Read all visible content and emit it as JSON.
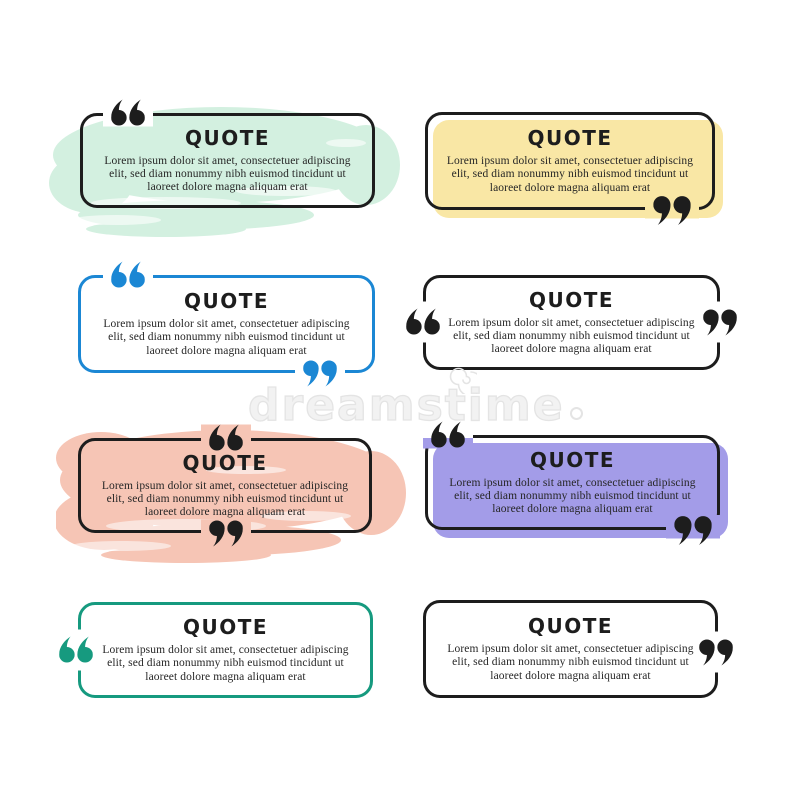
{
  "palette": {
    "black": "#1d1d1d",
    "mint": "#d3f0e0",
    "yellow": "#f9e7a5",
    "salmon": "#f6c5b5",
    "purple": "#a39ce8",
    "blue": "#1b87d4",
    "teal": "#169a7f"
  },
  "watermark": {
    "text": "dreamstime",
    "color": "#e4e4e4"
  },
  "boxes": [
    {
      "title": "QUOTE",
      "lines": [
        "Lorem ipsum dolor sit amet, consectetuer adipiscing",
        "elit, sed diam nonummy nibh euismod tincidunt ut",
        "laoreet dolore magna aliquam erat"
      ]
    },
    {
      "title": "QUOTE",
      "lines": [
        "Lorem ipsum dolor sit amet, consectetuer adipiscing",
        "elit, sed diam nonummy nibh euismod tincidunt ut",
        "laoreet dolore magna aliquam erat"
      ]
    },
    {
      "title": "QUOTE",
      "lines": [
        "Lorem ipsum dolor sit amet, consectetuer adipiscing",
        "elit, sed diam nonummy nibh euismod tincidunt ut",
        "laoreet dolore magna aliquam erat"
      ]
    },
    {
      "title": "QUOTE",
      "lines": [
        "Lorem ipsum dolor sit amet, consectetuer adipiscing",
        "elit, sed diam nonummy nibh euismod tincidunt ut",
        "laoreet dolore magna aliquam erat"
      ]
    },
    {
      "title": "QUOTE",
      "lines": [
        "Lorem ipsum dolor sit amet, consectetuer adipiscing",
        "elit, sed diam nonummy nibh euismod tincidunt ut",
        "laoreet dolore magna aliquam erat"
      ]
    },
    {
      "title": "QUOTE",
      "lines": [
        "Lorem ipsum dolor sit amet, consectetuer adipiscing",
        "elit, sed diam nonummy nibh euismod tincidunt ut",
        "laoreet dolore magna aliquam erat"
      ]
    },
    {
      "title": "QUOTE",
      "lines": [
        "Lorem ipsum dolor sit amet, consectetuer adipiscing",
        "elit, sed diam nonummy nibh euismod tincidunt ut",
        "laoreet dolore magna aliquam erat"
      ]
    },
    {
      "title": "QUOTE",
      "lines": [
        "Lorem ipsum dolor sit amet, consectetuer adipiscing",
        "elit, sed diam nonummy nibh euismod tincidunt ut",
        "laoreet dolore magna aliquam erat"
      ]
    }
  ]
}
